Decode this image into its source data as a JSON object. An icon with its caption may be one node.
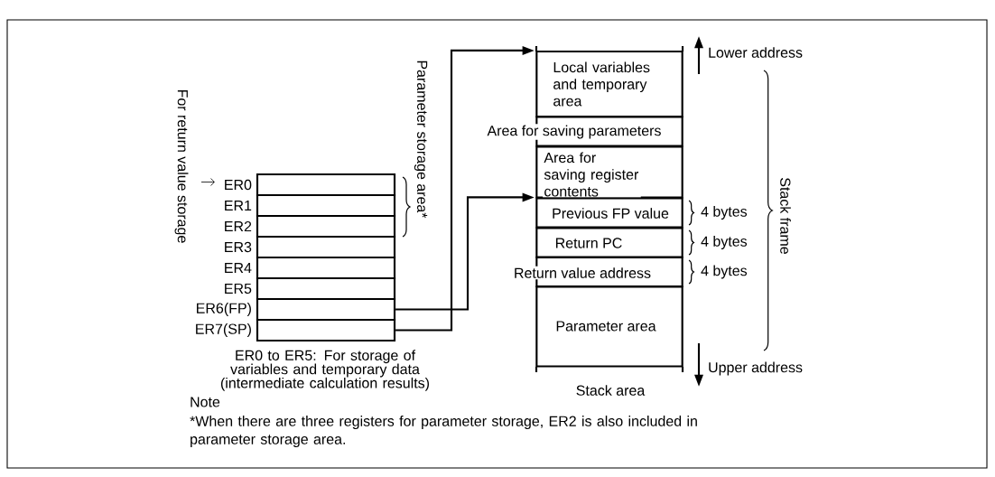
{
  "diagram": {
    "nodes": [
      {
        "text": [],
        "shape": "box",
        "beside": [
          "ER0"
        ]
      },
      {
        "text": [],
        "shape": "box",
        "beside": [
          "ER1"
        ]
      },
      {
        "text": [],
        "shape": "box",
        "beside": [
          "ER2"
        ]
      },
      {
        "text": [],
        "shape": "box",
        "beside": [
          "ER3"
        ]
      },
      {
        "text": [],
        "shape": "box",
        "beside": [
          "ER4"
        ]
      },
      {
        "text": [],
        "shape": "box",
        "beside": [
          "ER5"
        ]
      },
      {
        "text": [],
        "shape": "box",
        "beside": [
          "ER6(FP)"
        ]
      },
      {
        "text": [],
        "shape": "box",
        "beside": [
          "ER7(SP)"
        ]
      },
      {
        "text": [
          "Local variables and temporary area"
        ]
      },
      {
        "text": [
          "Area for saving parameters"
        ]
      },
      {
        "text": [
          "Area for saving register contents"
        ]
      },
      {
        "text": [
          "Previous FP value"
        ],
        "beside": [
          "4 bytes"
        ]
      },
      {
        "text": [
          "Return PC"
        ],
        "beside": [
          "4 bytes"
        ]
      },
      {
        "text": [
          "Return value address"
        ],
        "beside": [
          "4 bytes"
        ]
      },
      {
        "text": [
          "Parameter area"
        ]
      }
    ],
    "edges": [
      {
        "from": 6,
        "to": 11,
        "arrow": "to"
      },
      {
        "from": 7,
        "to": 8,
        "arrow": "to"
      }
    ],
    "labels": [
      "For return value storage",
      "Parameter storage area*",
      "Lower address",
      "Stack frame",
      "Upper address",
      "ER0 to ER5: For storage of variables and temporary data (intermediate calculation results)",
      "Stack area",
      "Note",
      "*When there are three registers for parameter storage, ER2 is also included in parameter storage area."
    ]
  }
}
